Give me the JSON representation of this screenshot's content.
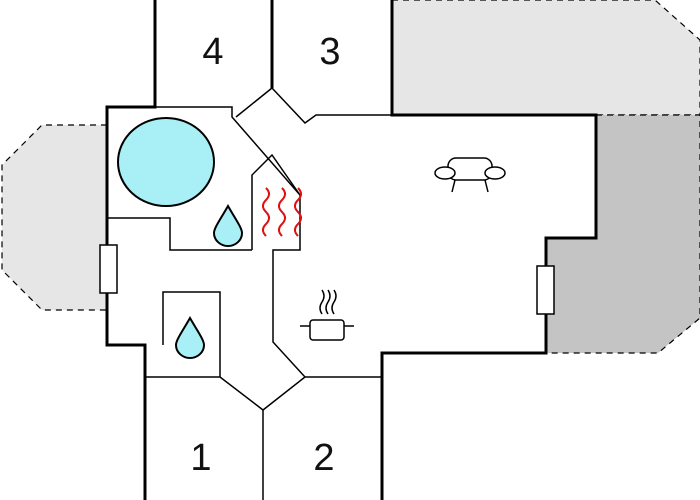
{
  "floorplan": {
    "rooms": [
      {
        "id": "room-1",
        "label": "1"
      },
      {
        "id": "room-2",
        "label": "2"
      },
      {
        "id": "room-3",
        "label": "3"
      },
      {
        "id": "room-4",
        "label": "4"
      }
    ],
    "icons": [
      "bathtub-icon",
      "water-drop-icon",
      "sauna-heat-icon",
      "sofa-icon",
      "cooking-pot-icon",
      "window-icon"
    ],
    "colors": {
      "water": "#a8f0f5",
      "terrace_light": "#e6e6e6",
      "terrace_dark": "#c4c4c4",
      "heat": "#dd1111"
    }
  }
}
